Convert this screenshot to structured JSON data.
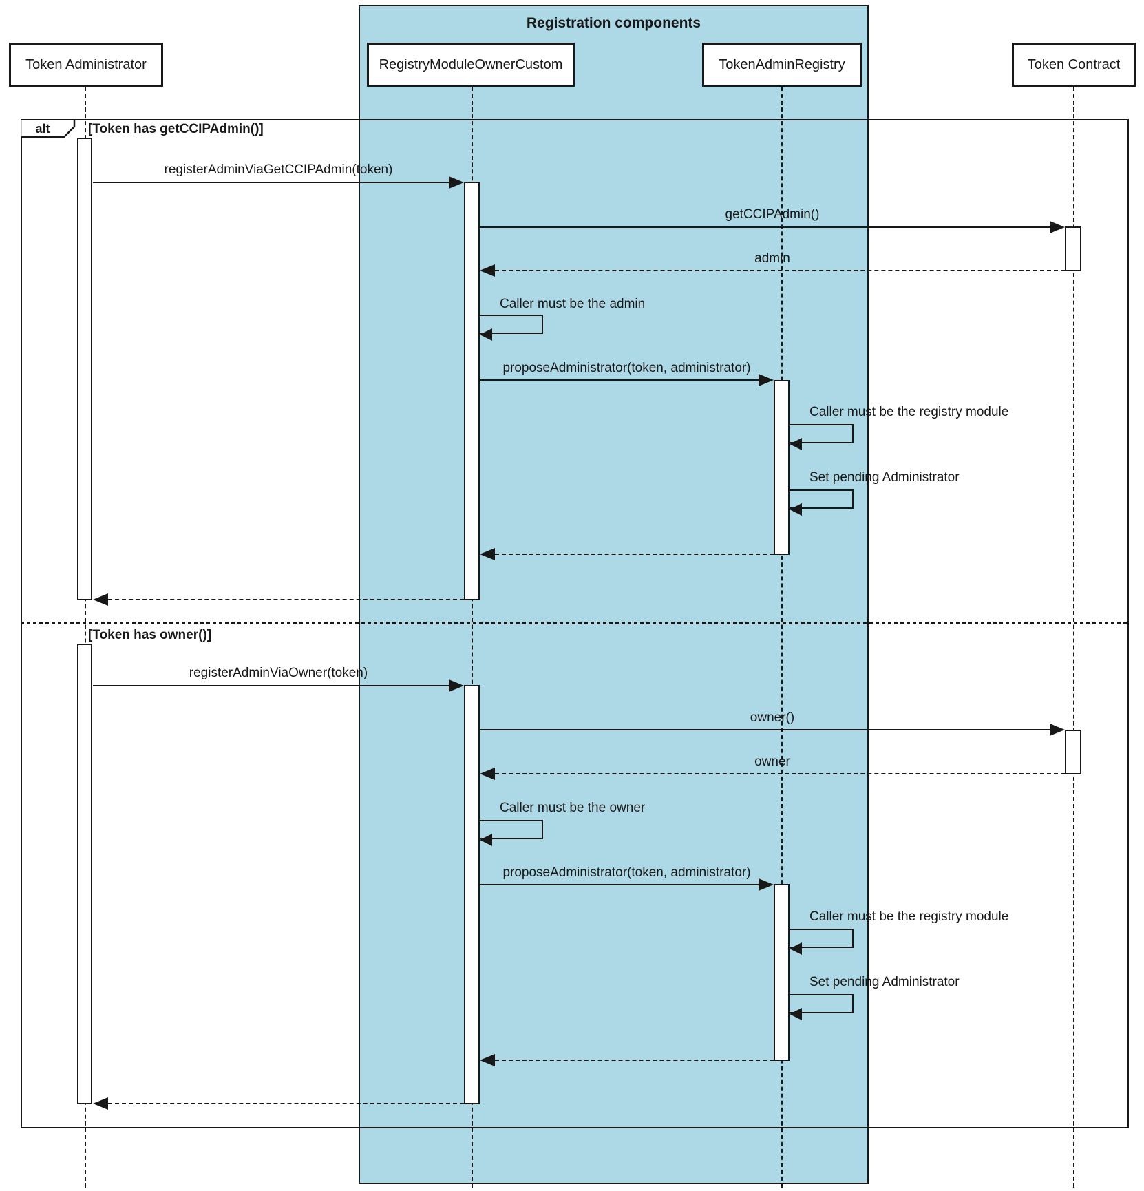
{
  "diagram_title": "Registration components",
  "participants": [
    {
      "name": "Token Administrator"
    },
    {
      "name": "RegistryModuleOwnerCustom"
    },
    {
      "name": "TokenAdminRegistry"
    },
    {
      "name": "Token Contract"
    }
  ],
  "alt_frame": {
    "operator": "alt",
    "sections": [
      {
        "guard": "[Token has getCCIPAdmin()]",
        "messages": {
          "register": "registerAdminViaGetCCIPAdmin(token)",
          "query": "getCCIPAdmin()",
          "query_return": "admin",
          "caller_check": "Caller must be the admin",
          "propose": "proposeAdministrator(token, administrator)",
          "registry_check": "Caller must be the registry module",
          "set_pending": "Set pending Administrator"
        }
      },
      {
        "guard": "[Token has owner()]",
        "messages": {
          "register": "registerAdminViaOwner(token)",
          "query": "owner()",
          "query_return": "owner",
          "caller_check": "Caller must be the owner",
          "propose": "proposeAdministrator(token, administrator)",
          "registry_check": "Caller must be the registry module",
          "set_pending": "Set pending Administrator"
        }
      }
    ]
  },
  "colors": {
    "highlight_background": "#ADD8E6",
    "line": "#181818"
  }
}
